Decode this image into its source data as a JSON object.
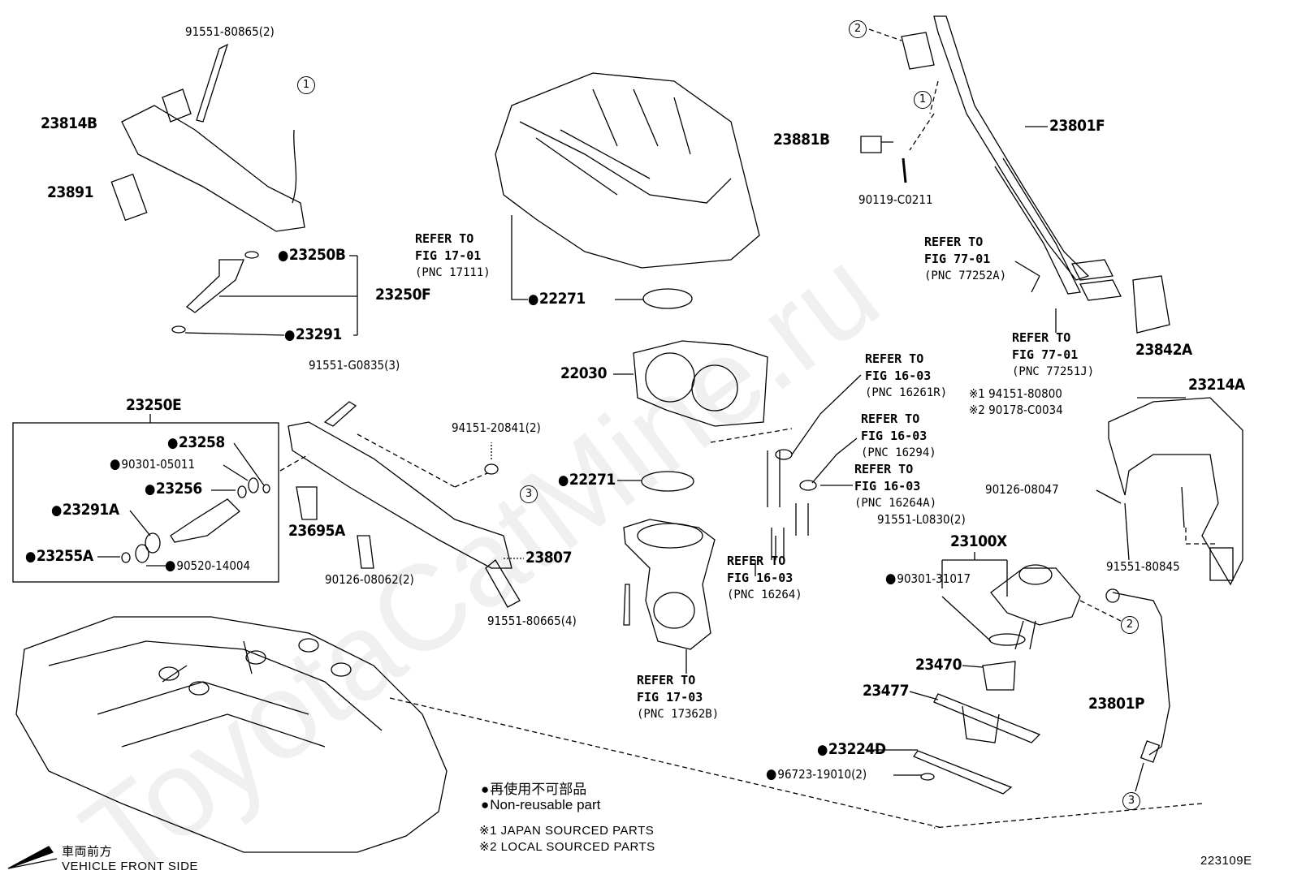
{
  "figure_code": "223109E",
  "watermark": "ToyotaCatMine.ru",
  "parts_main": {
    "p23814B": "23814B",
    "p23891": "23891",
    "p23250B": "23250B",
    "p23250F": "23250F",
    "p23291": "23291",
    "p23250E": "23250E",
    "p23258": "23258",
    "p23256": "23256",
    "p23291A": "23291A",
    "p23255A": "23255A",
    "p23695A": "23695A",
    "p23807": "23807",
    "p22271a": "22271",
    "p22030": "22030",
    "p22271b": "22271",
    "p23881B": "23881B",
    "p23801F": "23801F",
    "p23842A": "23842A",
    "p23214A": "23214A",
    "p23100X": "23100X",
    "p23470": "23470",
    "p23477": "23477",
    "p23224D": "23224D",
    "p23801P": "23801P"
  },
  "parts_small": {
    "b91551_80865": "91551-80865(2)",
    "b91551_G0835": "91551-G0835(3)",
    "n94151_20841": "94151-20841(2)",
    "w90301_05011": "90301-05011",
    "r90520_14004": "90520-14004",
    "s90126_08062": "90126-08062(2)",
    "b91551_80665": "91551-80665(4)",
    "b90119_C0211": "90119-C0211",
    "s90126_08047": "90126-08047",
    "b91551_L0830": "91551-L0830(2)",
    "b91551_80845": "91551-80845",
    "o90301_31017": "90301-31017",
    "o96723_19010": "96723-19010(2)",
    "n94151_80800": "※1 94151-80800",
    "n90178_C0034": "※2 90178-C0034"
  },
  "refer_to": [
    {
      "line1": "REFER TO",
      "line2": "FIG 17-01",
      "pnc": "(PNC 17111)"
    },
    {
      "line1": "REFER TO",
      "line2": "FIG 77-01",
      "pnc": "(PNC 77252A)"
    },
    {
      "line1": "REFER TO",
      "line2": "FIG 77-01",
      "pnc": "(PNC 77251J)"
    },
    {
      "line1": "REFER TO",
      "line2": "FIG 16-03",
      "pnc": "(PNC 16261R)"
    },
    {
      "line1": "REFER TO",
      "line2": "FIG 16-03",
      "pnc": "(PNC 16294)"
    },
    {
      "line1": "REFER TO",
      "line2": "FIG 16-03",
      "pnc": "(PNC 16264A)"
    },
    {
      "line1": "REFER TO",
      "line2": "FIG 16-03",
      "pnc": "(PNC 16264)"
    },
    {
      "line1": "REFER TO",
      "line2": "FIG 17-03",
      "pnc": "(PNC 17362B)"
    }
  ],
  "circles": [
    "1",
    "2",
    "1",
    "3",
    "2",
    "3"
  ],
  "legend": {
    "nonreusable_jp": "再使用不可部品",
    "nonreusable_en": "Non-reusable part",
    "note1": "※1 JAPAN SOURCED PARTS",
    "note2": "※2 LOCAL SOURCED PARTS"
  },
  "direction": {
    "jp": "車両前方",
    "en": "VEHICLE FRONT SIDE"
  }
}
